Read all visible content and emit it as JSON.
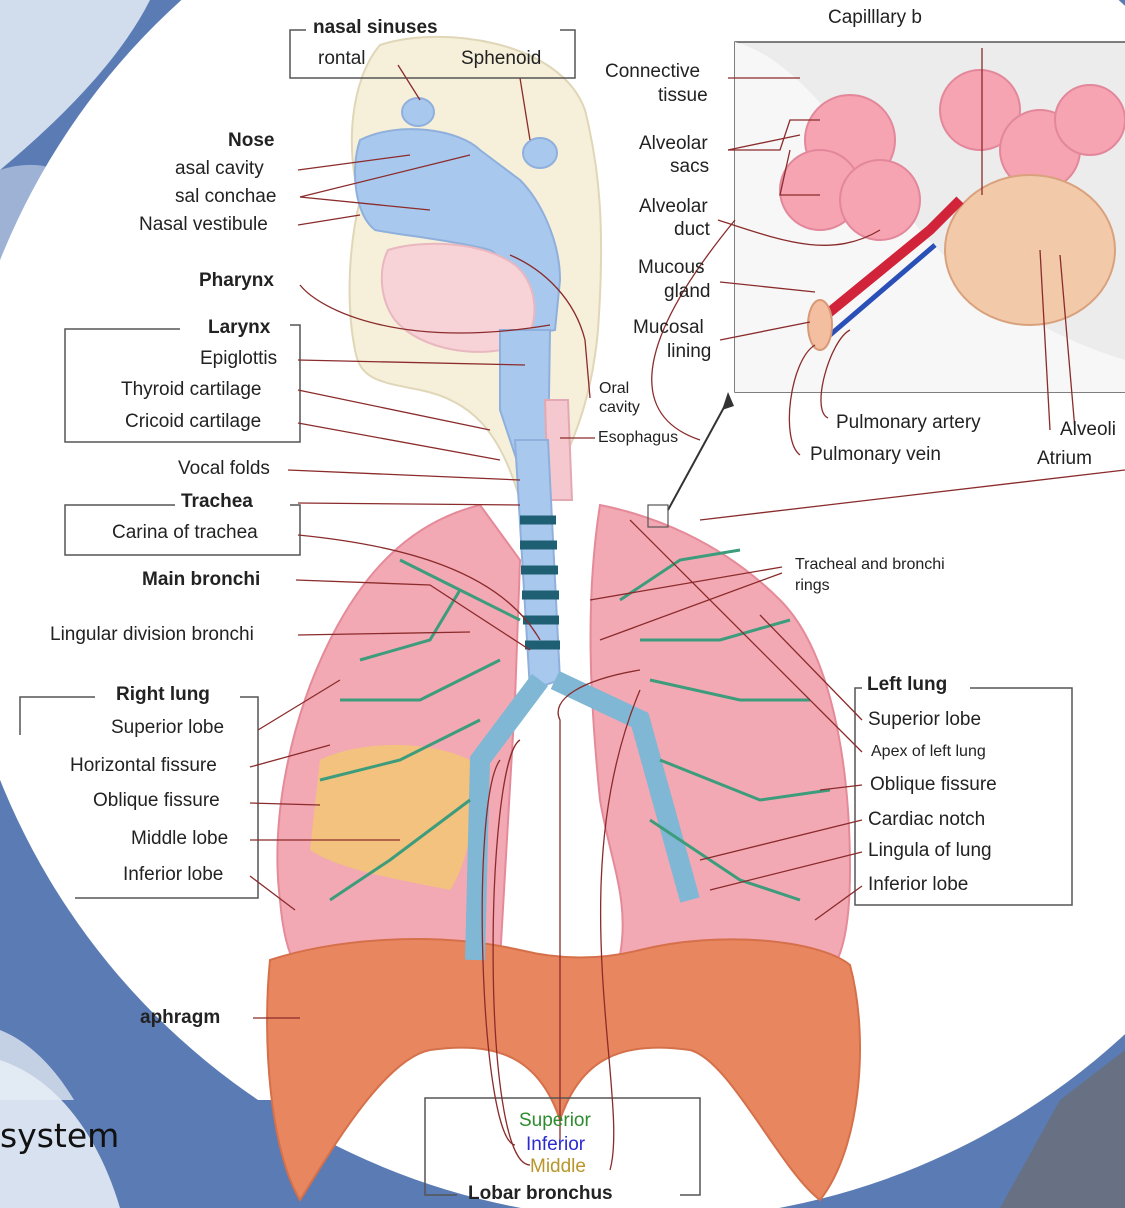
{
  "slide": {
    "title_fragment": "system"
  },
  "sinuses": {
    "group": "nasal sinuses",
    "frontal": "rontal",
    "sphenoid": "Sphenoid"
  },
  "nose": {
    "group": "Nose",
    "cavity": "asal cavity",
    "conchae": "sal conchae",
    "vestibule": "Nasal vestibule"
  },
  "pharynx": {
    "group": "Pharynx"
  },
  "larynx": {
    "group": "Larynx",
    "epiglottis": "Epiglottis",
    "thyroid": "Thyroid cartilage",
    "cricoid": "Cricoid cartilage"
  },
  "vocal_folds": "Vocal folds",
  "trachea": {
    "group": "Trachea",
    "carina": "Carina of trachea"
  },
  "main_bronchi": "Main bronchi",
  "lingular_division": "Lingular division bronchi",
  "right_lung": {
    "group": "Right lung",
    "superior": "Superior lobe",
    "horizontal": "Horizontal fissure",
    "oblique": "Oblique fissure",
    "middle": "Middle lobe",
    "inferior": "Inferior lobe"
  },
  "diaphragm": "aphragm",
  "lobar_bronchus": {
    "group": "Lobar bronchus",
    "superior": "Superior",
    "inferior": "Inferior",
    "middle": "Middle"
  },
  "left_lung": {
    "group": "Left lung",
    "superior": "Superior lobe",
    "apex": "Apex of left lung",
    "oblique": "Oblique fissure",
    "cardiac": "Cardiac notch",
    "lingula": "Lingula of lung",
    "inferior": "Inferior lobe"
  },
  "tracheal_rings": {
    "line1": "Tracheal and bronchi",
    "line2": "rings"
  },
  "oral_cavity": {
    "line1": "Oral",
    "line2": "cavity"
  },
  "esophagus": "Esophagus",
  "inset": {
    "capillary": "Capilllary b",
    "connective1": "Connective",
    "connective2": "tissue",
    "sacs1": "Alveolar",
    "sacs2": "sacs",
    "duct1": "Alveolar",
    "duct2": "duct",
    "mucous1": "Mucous",
    "mucous2": "gland",
    "mucosal1": "Mucosal",
    "mucosal2": "lining",
    "pulmonary_artery": "Pulmonary artery",
    "pulmonary_vein": "Pulmonary vein",
    "alveoli": "Alveoli",
    "atrium": "Atrium"
  },
  "colors": {
    "background": "#5a7bb4",
    "lung": "#f2a9b4",
    "diaphragm": "#e8875f",
    "airway": "#a9c8ee",
    "bronchi": "#3c9c7c",
    "superior": "#2e8b2e",
    "inferior": "#2a2ad0",
    "middle": "#b8962a"
  }
}
